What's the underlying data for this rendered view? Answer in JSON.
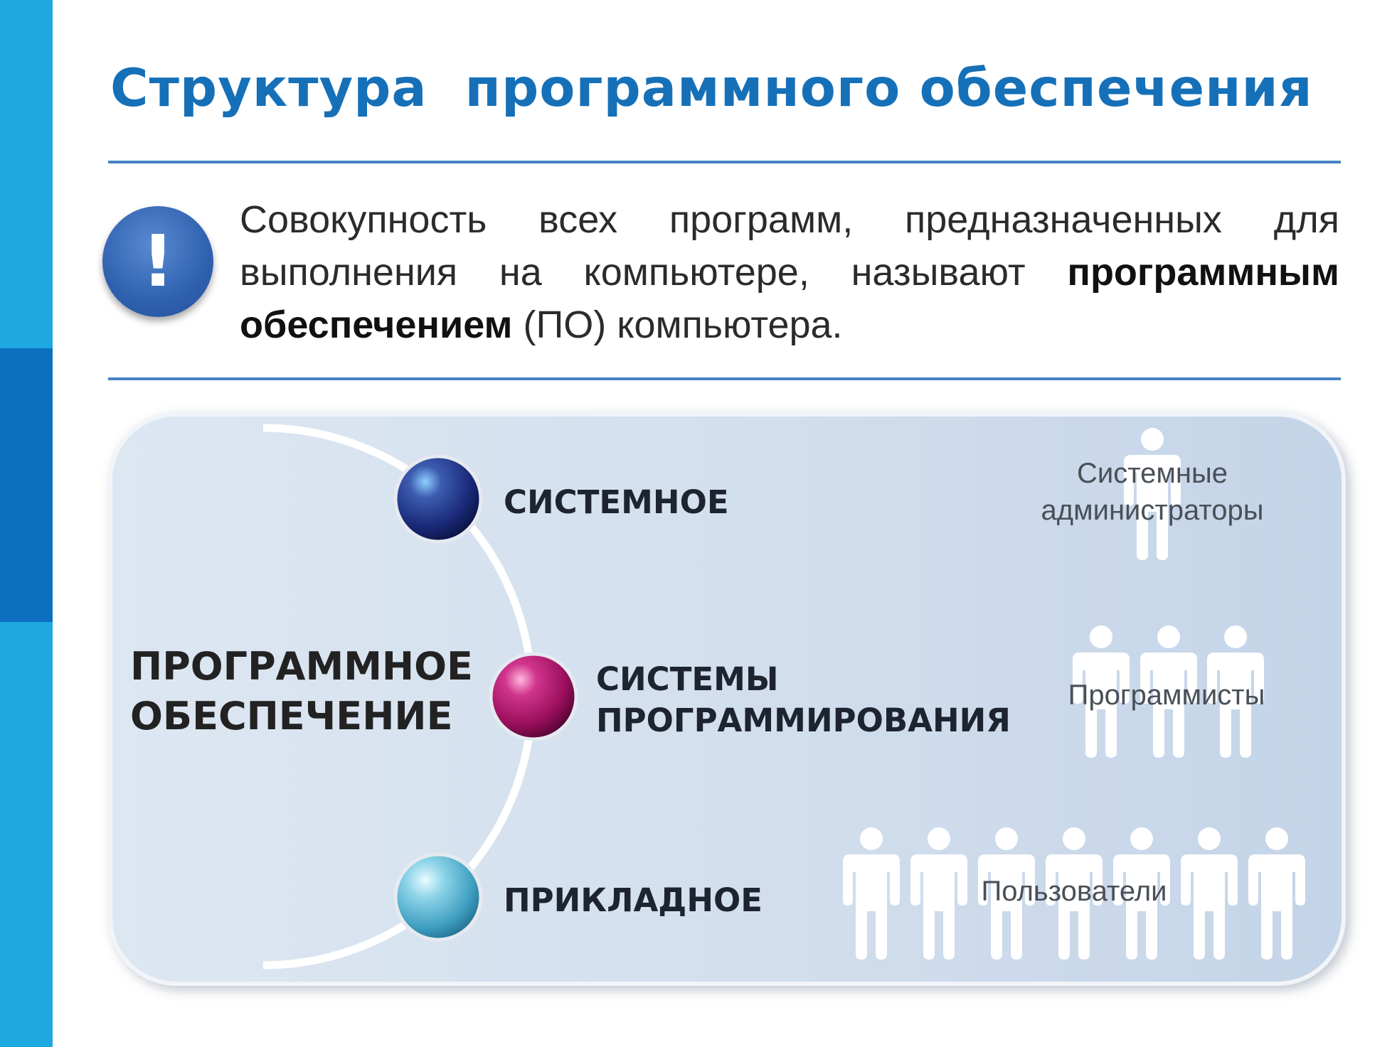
{
  "title": "Структура  программного обеспечения",
  "definition": {
    "icon": "exclamation-icon",
    "text_before": "Совокупность всех программ, предназначенных для выполнения на компьютере, называют ",
    "bold_term": "программным обеспечением",
    "text_after": " (ПО) компьютера."
  },
  "diagram": {
    "root_line1": "ПРОГРАММНОЕ",
    "root_line2": "ОБЕСПЕЧЕНИЕ",
    "categories": [
      {
        "label": "СИСТЕМНОЕ",
        "sphere_color": "#1a2a78"
      },
      {
        "label_line1": "СИСТЕМЫ",
        "label_line2": "ПРОГРАММИРОВАНИЯ",
        "sphere_color": "#9a0f5c"
      },
      {
        "label": "ПРИКЛАДНОЕ",
        "sphere_color": "#52b3cf"
      }
    ],
    "groups": [
      {
        "label_line1": "Системные",
        "label_line2": "администраторы",
        "count": 1
      },
      {
        "label": "Программисты",
        "count": 3
      },
      {
        "label": "Пользователи",
        "count": 7
      }
    ],
    "colors": {
      "panel": "#d4e0ee",
      "title": "#1670b8",
      "accent_bar": "#1ea8e0"
    }
  }
}
